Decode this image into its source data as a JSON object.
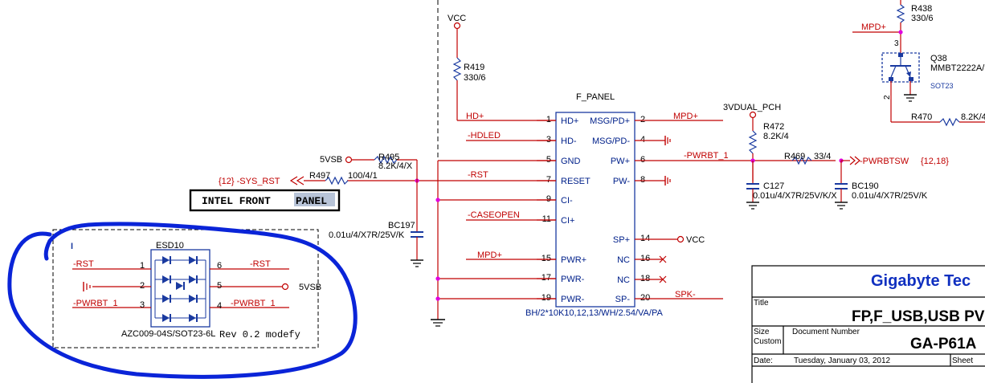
{
  "colors": {
    "wire": "#c00000",
    "box": "#1a3aa0",
    "pin": "#00208a",
    "junction": "#e000e0",
    "text": "#000000",
    "title_blue": "#1030c0",
    "annotation": "#0a24d8"
  },
  "top_labels": {
    "vcc": "VCC",
    "r419": "R419",
    "r419_val": "330/6",
    "vsb": "5VSB",
    "r495": "R495",
    "r495_val": "8.2K/4/X",
    "r497": "R497",
    "r497_val": "100/4/1",
    "sys_rst": "{12} -SYS_RST",
    "intel_panel_a": "INTEL FRONT ",
    "intel_panel_b": "PANEL",
    "bc197": "BC197",
    "bc197_val": "0.01u/4/X7R/25V/K"
  },
  "connector": {
    "title": "F_PANEL",
    "part": "BH/2*10K10,12,13/WH/2.54/VA/PA",
    "left_pins": [
      {
        "num": "1",
        "name": "HD+",
        "net": "HD+"
      },
      {
        "num": "3",
        "name": "HD-",
        "net": "-HDLED"
      },
      {
        "num": "5",
        "name": "GND",
        "net": ""
      },
      {
        "num": "7",
        "name": "RESET",
        "net": "-RST"
      },
      {
        "num": "9",
        "name": "CI-",
        "net": ""
      },
      {
        "num": "11",
        "name": "CI+",
        "net": "-CASEOPEN"
      },
      {
        "num": "15",
        "name": "PWR+",
        "net": "MPD+"
      },
      {
        "num": "17",
        "name": "PWR-",
        "net": ""
      },
      {
        "num": "19",
        "name": "PWR-",
        "net": ""
      }
    ],
    "right_pins": [
      {
        "num": "2",
        "name": "MSG/PD+",
        "net": "MPD+"
      },
      {
        "num": "4",
        "name": "MSG/PD-",
        "net": ""
      },
      {
        "num": "6",
        "name": "PW+",
        "net": "-PWRBT_1"
      },
      {
        "num": "8",
        "name": "PW-",
        "net": ""
      },
      {
        "num": "14",
        "name": "SP+",
        "net": "VCC"
      },
      {
        "num": "16",
        "name": "NC",
        "net": ""
      },
      {
        "num": "18",
        "name": "NC",
        "net": ""
      },
      {
        "num": "20",
        "name": "SP-",
        "net": "SPK-"
      }
    ]
  },
  "right_circuit": {
    "vdual": "3VDUAL_PCH",
    "r472": "R472",
    "r472_val": "8.2K/4",
    "r469": "R469",
    "r469_val": "33/4",
    "pwrbtsw": "-PWRBTSW",
    "pwrbtsw_ref": "{12,18}",
    "c127": "C127",
    "c127_val": "0.01u/4/X7R/25V/K/X",
    "bc190": "BC190",
    "bc190_val": "0.01u/4/X7R/25V/K",
    "r438": "R438",
    "r438_val": "330/6",
    "mpd": "MPD+",
    "q38": "Q38",
    "q38_part": "MMBT2222A/",
    "sot23": "SOT23",
    "q_pin3": "3",
    "q_pin2": "2",
    "r470": "R470",
    "r470_val": "8.2K/4"
  },
  "esd": {
    "ref": "ESD10",
    "part": "AZC009-04S/SOT23-6L",
    "note": "Rev 0.2 modefy",
    "marker": "I",
    "vsb": "5VSB",
    "pins": [
      {
        "num": "1",
        "net": "-RST"
      },
      {
        "num": "2",
        "net": ""
      },
      {
        "num": "3",
        "net": "-PWRBT_1"
      },
      {
        "num": "6",
        "net": "-RST"
      },
      {
        "num": "5",
        "net": "5VSB"
      },
      {
        "num": "4",
        "net": "-PWRBT_1"
      }
    ]
  },
  "title_block": {
    "company": "Gigabyte Tec",
    "title_label": "Title",
    "title": "FP,F_USB,USB PV",
    "size_label": "Size",
    "custom_label": "Custom",
    "docnum_label": "Document Number",
    "docnum": "GA-P61A",
    "date_label": "Date:",
    "date": "Tuesday, January 03, 2012",
    "sheet_label": "Sheet"
  }
}
